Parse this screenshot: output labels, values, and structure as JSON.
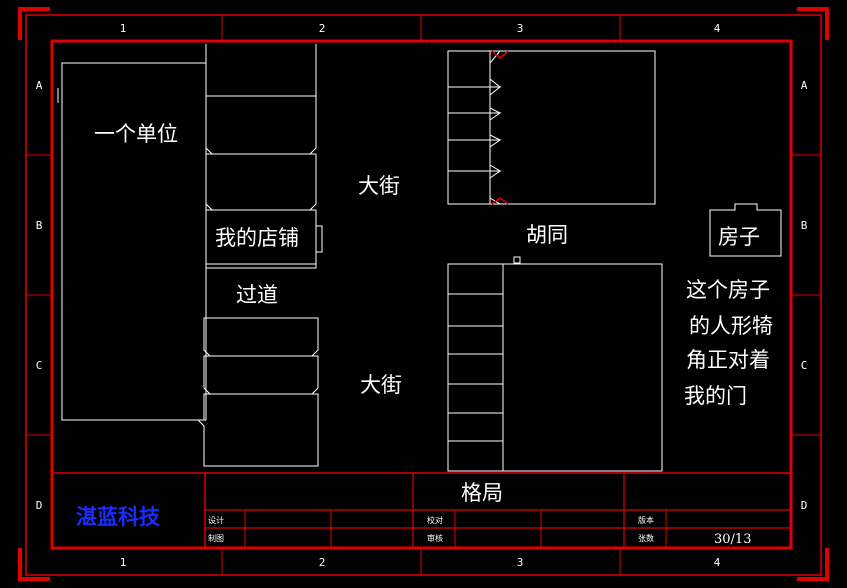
{
  "column_markers": [
    "1",
    "2",
    "3",
    "4"
  ],
  "row_markers": [
    "A",
    "B",
    "C",
    "D"
  ],
  "labels": {
    "unit": "一个单位",
    "street_top": "大街",
    "my_shop": "我的店铺",
    "alley": "胡同",
    "house": "房子",
    "passage": "过道",
    "street_bottom": "大街",
    "note_line1": "这个房子",
    "note_line2": "的人形犄",
    "note_line3": "角正对着",
    "note_line4": "我的门"
  },
  "title_block": {
    "company": "湛蓝科技",
    "title": "格局",
    "design_label": "设计",
    "draw_label": "制图",
    "check_label": "校对",
    "review_label": "审核",
    "version_label": "版本",
    "sheet_label": "张数",
    "sheet_value": "30/13"
  },
  "colors": {
    "frame": "#e00000",
    "lines": "#ffffff",
    "brand": "#1a2cff",
    "background": "#000000"
  }
}
